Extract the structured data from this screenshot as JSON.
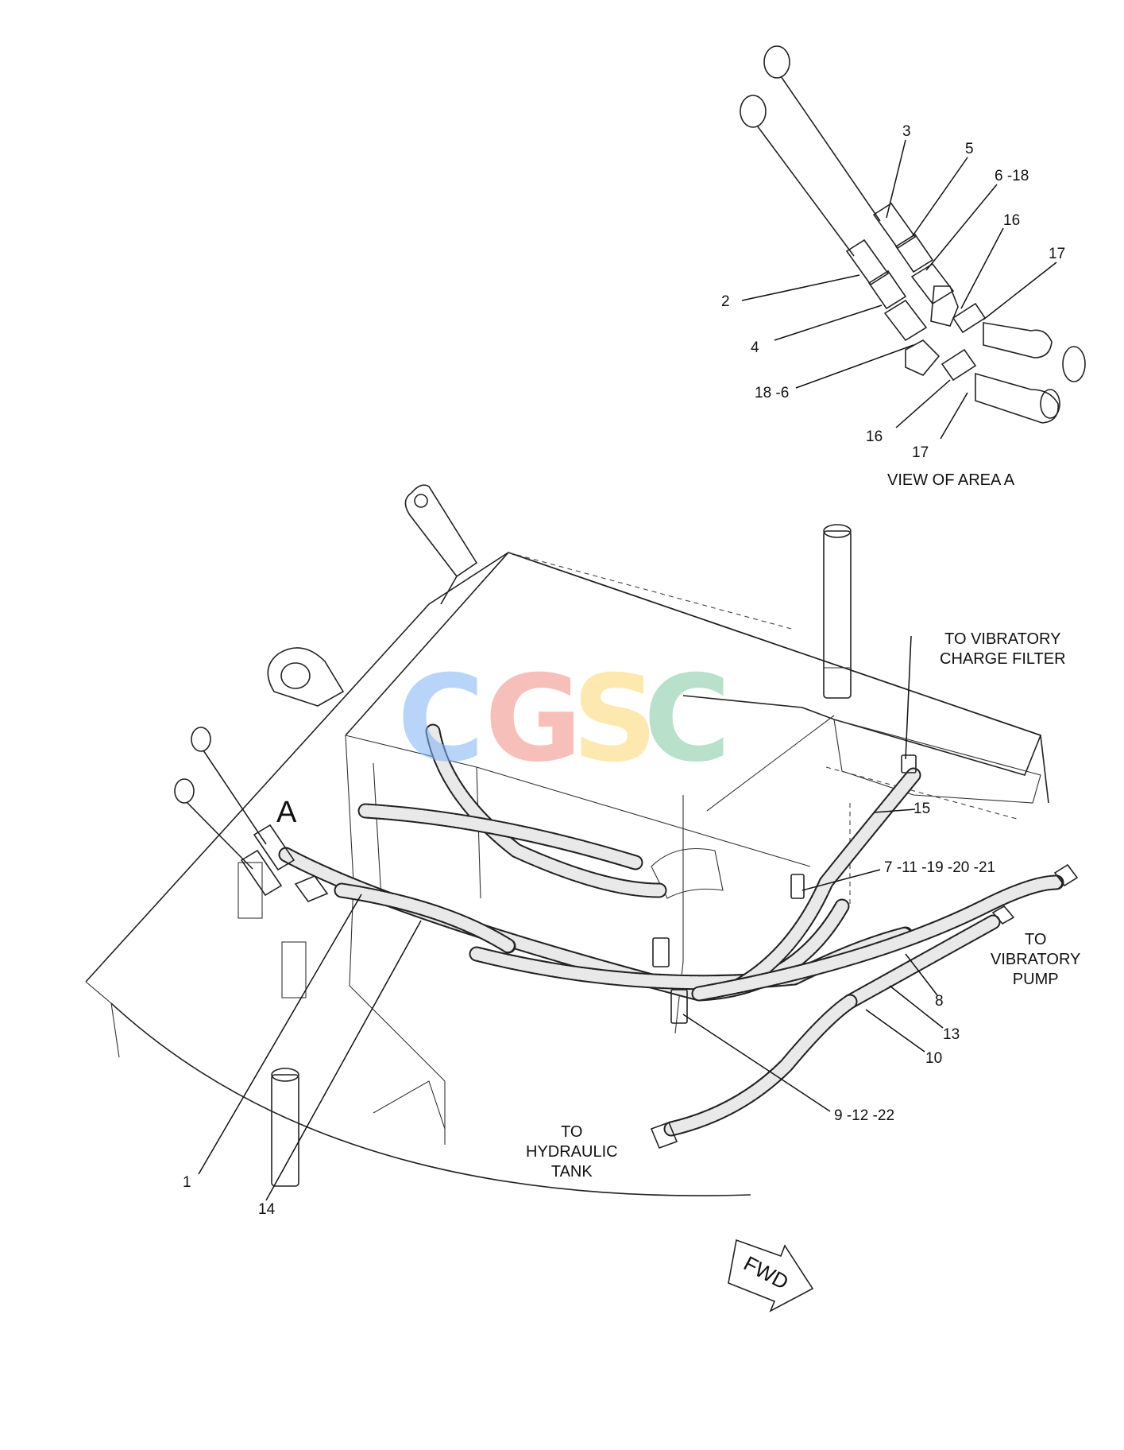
{
  "view_title": "VIEW OF AREA  A",
  "area_marker": "A",
  "watermark": {
    "letters": [
      "C",
      "G",
      "S",
      "C"
    ],
    "colors": [
      "#7fb3f5",
      "#f28b82",
      "#fcd66f",
      "#81c8a0"
    ]
  },
  "detail_callouts": [
    "3",
    "5",
    "6 -18",
    "16",
    "17",
    "2",
    "4",
    "18 -6",
    "16",
    "17"
  ],
  "main_callouts": [
    "7 -11 -19 -20 -21",
    "15",
    "8",
    "13",
    "10",
    "9 -12 -22",
    "1",
    "14"
  ],
  "notes": {
    "charge_filter": [
      "TO VIBRATORY",
      "CHARGE FILTER"
    ],
    "vib_pump": [
      "TO",
      "VIBRATORY",
      "PUMP"
    ],
    "hyd_tank": [
      "TO",
      "HYDRAULIC",
      "TANK"
    ]
  },
  "fwd_label": "FWD"
}
